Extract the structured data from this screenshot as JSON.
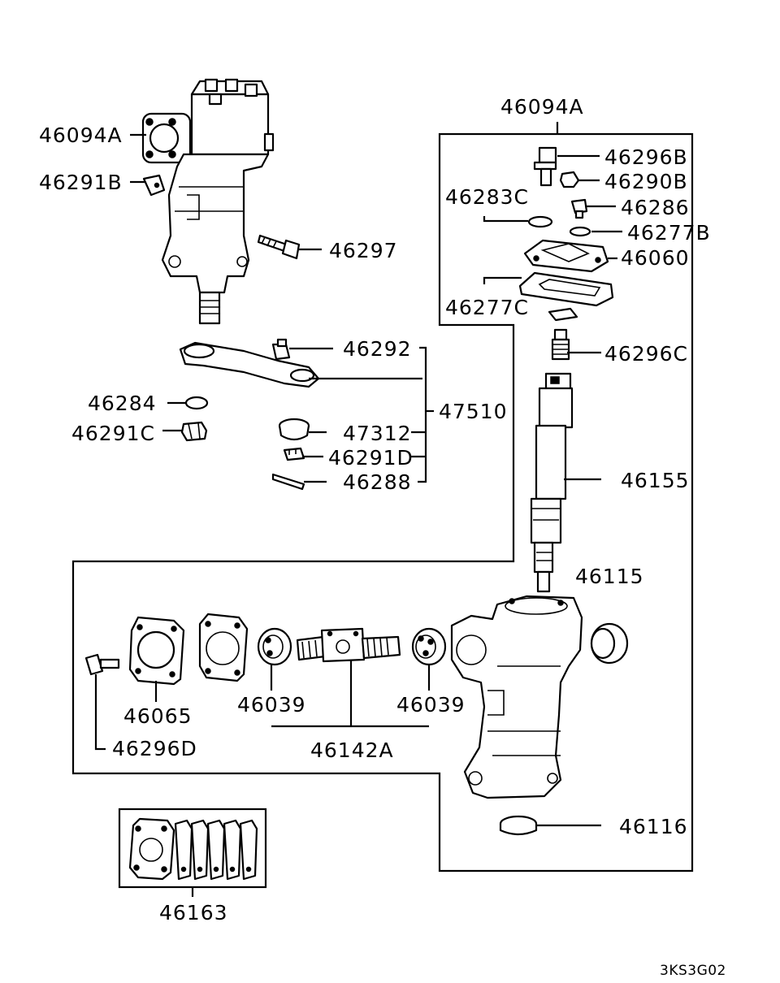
{
  "labels": {
    "l_46094A_left": "46094A",
    "l_46291B": "46291B",
    "l_46297": "46297",
    "l_46292": "46292",
    "l_46284": "46284",
    "l_46291C": "46291C",
    "l_47510": "47510",
    "l_47312": "47312",
    "l_46291D": "46291D",
    "l_46288": "46288",
    "l_46094A_top": "46094A",
    "l_46296B": "46296B",
    "l_46290B": "46290B",
    "l_46283C": "46283C",
    "l_46286": "46286",
    "l_46277B": "46277B",
    "l_46060": "46060",
    "l_46277C": "46277C",
    "l_46296C": "46296C",
    "l_46155": "46155",
    "l_46115": "46115",
    "l_46065": "46065",
    "l_46039_left": "46039",
    "l_46039_right": "46039",
    "l_46296D": "46296D",
    "l_46142A": "46142A",
    "l_46116": "46116",
    "l_46163": "46163"
  },
  "diagram_code": "3KS3G02"
}
